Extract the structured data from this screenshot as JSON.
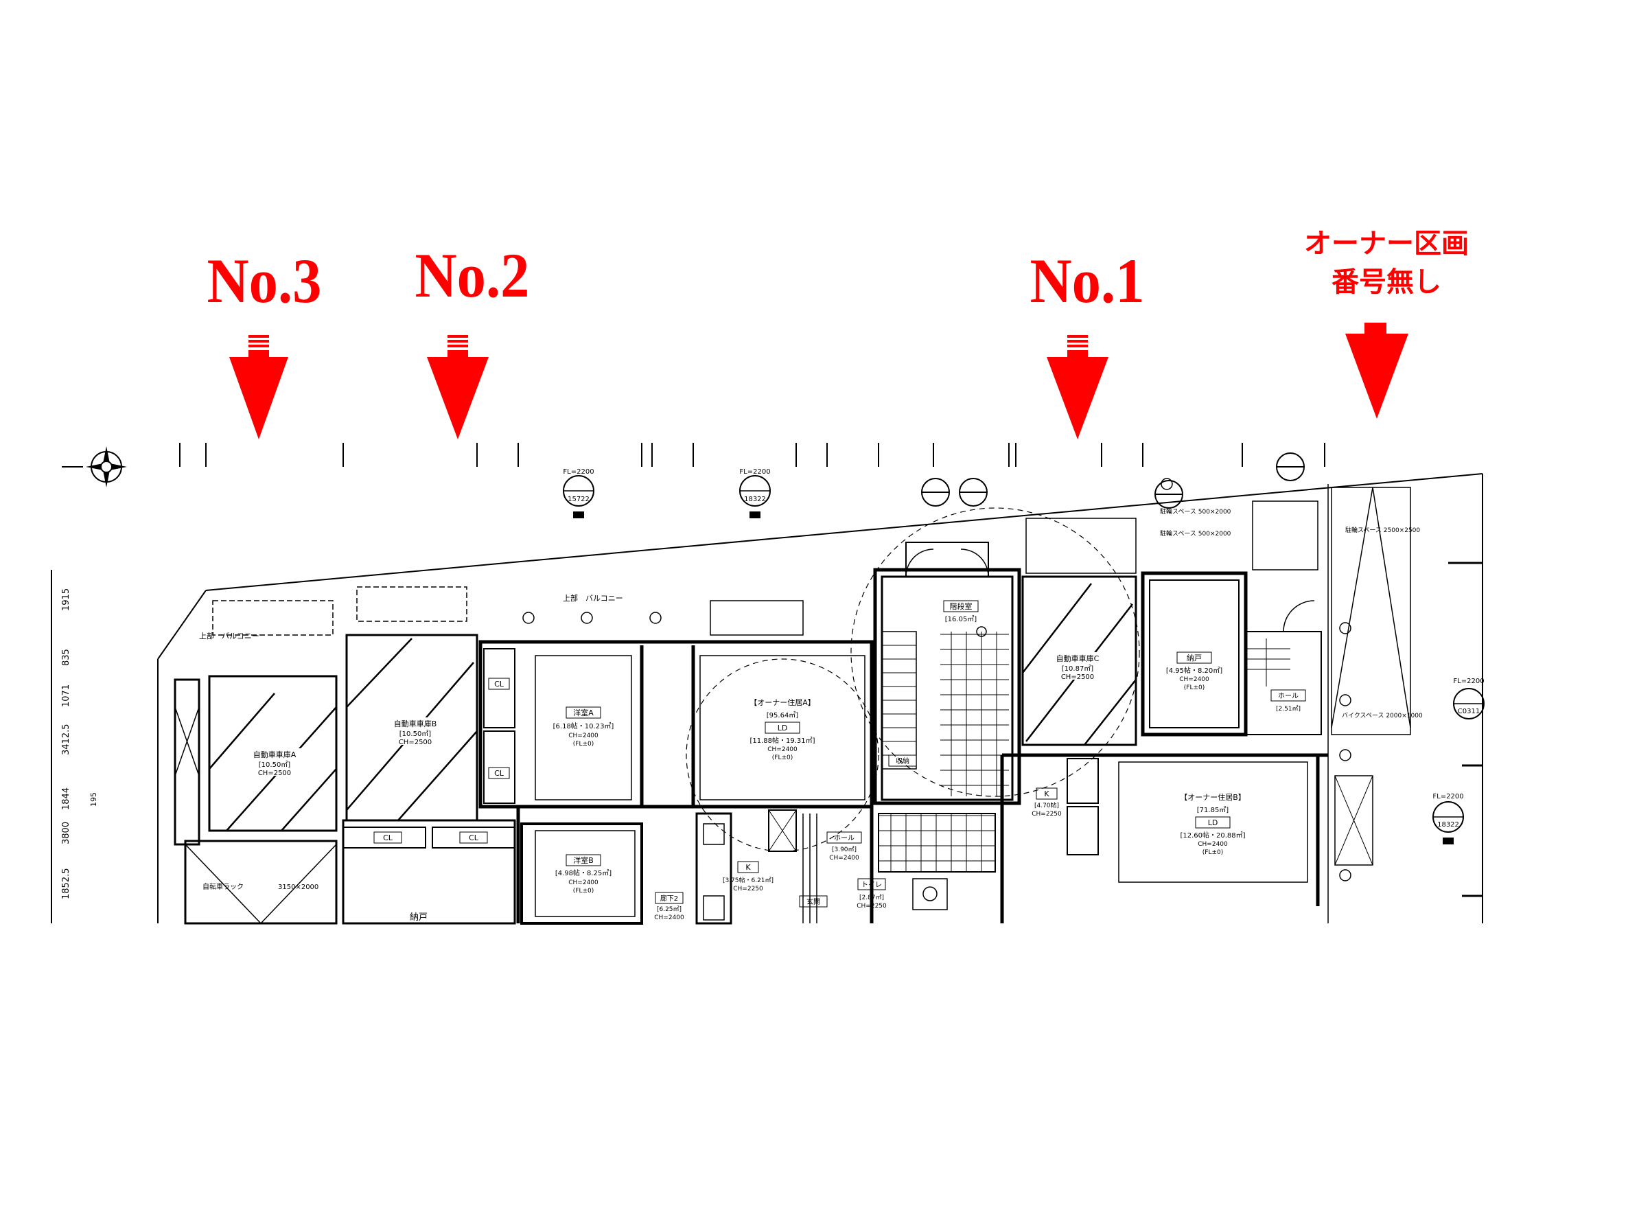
{
  "callouts": {
    "no3": "No.3",
    "no2": "No.2",
    "no1": "No.1",
    "owner_line1": "オーナー区画",
    "owner_line2": "番号無し"
  },
  "floor_plan": {
    "balcony_1": "上部　バルコニー",
    "balcony_2": "上部　バルコニー",
    "ev_hall": "階段室",
    "ev_hall_area": "[16.05㎡]",
    "parking_a": "自動車車庫A",
    "parking_a_area": "[10.50㎡]",
    "parking_a_ch": "CH=2500",
    "parking_b": "自動車車庫B",
    "parking_b_area": "[10.50㎡]",
    "parking_b_ch": "CH=2500",
    "parking_c": "自動車車庫C",
    "parking_c_area": "[10.87㎡]",
    "parking_c_ch": "CH=2500",
    "rack": "自転車ラック",
    "rack_size": "3150×2000",
    "cl_1": "CL",
    "cl_2": "CL",
    "cl_3": "CL",
    "cl_4": "CL",
    "room_a": "洋室A",
    "room_a_area": "[6.18帖・10.23㎡]",
    "room_a_ch": "CH=2400",
    "room_a_fl": "(FL±0)",
    "room_b": "洋室B",
    "room_b_area": "[4.98帖・8.25㎡]",
    "room_b_ch": "CH=2400",
    "room_b_fl": "(FL±0)",
    "owner_a": "【オーナー住居A】",
    "owner_a_total": "[95.64㎡]",
    "owner_a_ld": "LD",
    "owner_a_ld_area": "[11.88帖・19.31㎡]",
    "owner_a_ch": "CH=2400",
    "owner_a_fl": "(FL±0)",
    "owner_b": "【オーナー住居B】",
    "owner_b_total": "[71.85㎡]",
    "owner_b_ld": "LD",
    "owner_b_ld_area": "[12.60帖・20.88㎡]",
    "owner_b_ch": "CH=2400",
    "owner_b_fl": "(FL±0)",
    "nando": "納戸",
    "nando_area": "[4.95帖・8.20㎡]",
    "nando_ch": "CH=2400",
    "nando_fl": "(FL±0)",
    "nando_2": "納戸",
    "hall_1": "ホール",
    "hall_1_area": "[2.51㎡]",
    "hall_2": "ホール",
    "hall_2_area": "[3.90㎡]",
    "hall_2_ch": "CH=2400",
    "kitchen_1": "K",
    "kitchen_1_area": "[3.75帖・6.21㎡]",
    "kitchen_1_ch": "CH=2250",
    "kitchen_2": "K",
    "kitchen_2_area": "[4.70帖]",
    "kitchen_2_ch": "CH=2250",
    "corridor": "廊下2",
    "corridor_area": "[6.25㎡]",
    "corridor_ch": "CH=2400",
    "toilet": "トイレ",
    "toilet_area": "[2.87㎡]",
    "toilet_ch": "CH=2250",
    "entrance": "玄関",
    "storage": "収納",
    "bike_space": "バイクスペース 2000×1000",
    "bike_space_2": "駐輪スペース 2500×2500",
    "bike_space_3": "駐輪スペース 500×2000",
    "bike_space_4": "駐輪スペース 500×2000",
    "sign_fl_1": "FL=2200",
    "sign_fl_2": "FL=2200",
    "sign_fl_3": "FL=2200",
    "sign_fl_4": "FL=2200",
    "sign_code_1": "15722",
    "sign_code_2": "18322",
    "sign_code_3": "18322",
    "sign_code_4": "C0311",
    "dim_1": "1915",
    "dim_2": "835",
    "dim_3": "1071",
    "dim_4": "3412.5",
    "dim_5": "1844",
    "dim_6": "195",
    "dim_7": "3800",
    "dim_8": "1852.5"
  },
  "colors": {
    "callout": "#ff0000",
    "line": "#000000",
    "background": "#ffffff"
  }
}
